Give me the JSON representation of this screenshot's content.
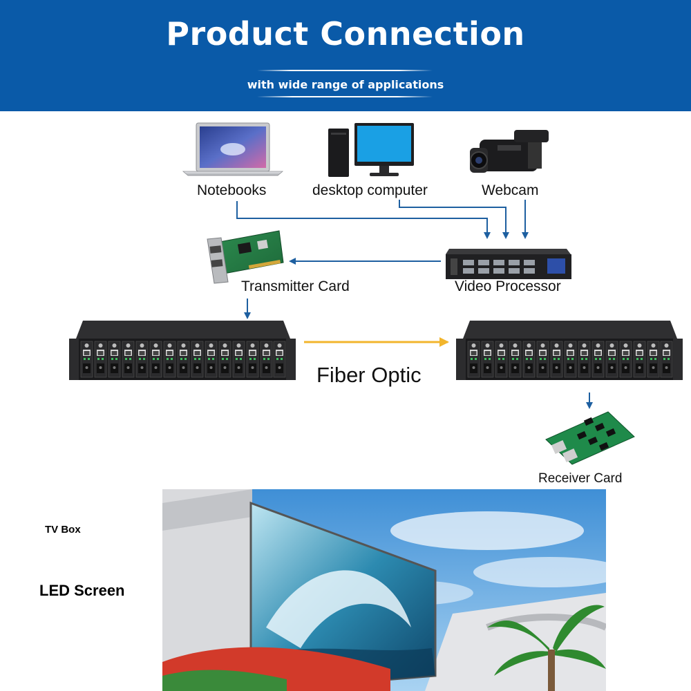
{
  "header": {
    "title": "Product Connection",
    "subtitle": "with wide range of applications",
    "background": "#0a5aa8"
  },
  "diagram": {
    "sources": [
      {
        "label": "Notebooks",
        "icon": "laptop-icon"
      },
      {
        "label": "desktop computer",
        "icon": "desktop-computer-icon"
      },
      {
        "label": "Webcam",
        "icon": "camcorder-icon"
      }
    ],
    "video_processor": {
      "label": "Video Processor",
      "icon": "video-processor-icon"
    },
    "transmitter_card": {
      "label": "Transmitter Card",
      "icon": "transmitter-card-icon"
    },
    "fiber_link": {
      "label": "Fiber Optic"
    },
    "receiver_card": {
      "label": "Receiver Card",
      "icon": "receiver-card-icon"
    },
    "chassis": {
      "icon": "fiber-media-converter-chassis-icon"
    },
    "connector_color": "#1d5fa0",
    "fiber_arrow_color": "#f2b52c"
  },
  "side_labels": {
    "tv_box": "TV Box",
    "led_screen": "LED Screen"
  },
  "photo": {
    "icon": "outdoor-led-billboard-photo"
  }
}
